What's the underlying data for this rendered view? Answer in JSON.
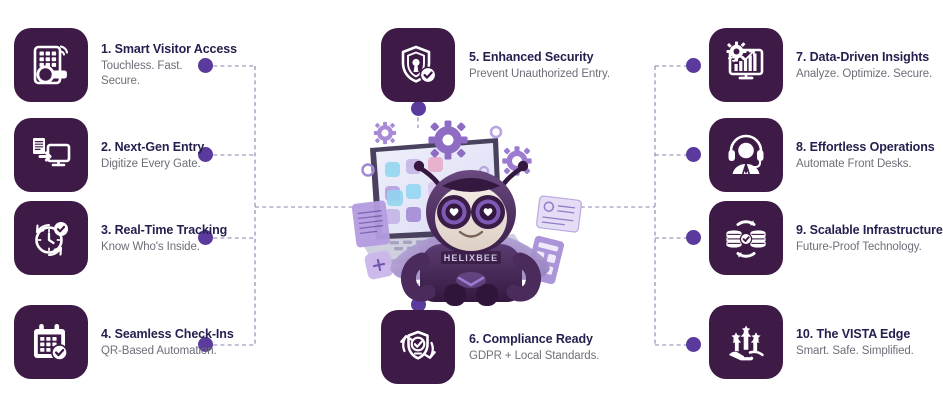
{
  "brand": {
    "mascot_name": "HELIXBEE",
    "tile_color": "#3E1A47",
    "dot_color": "#5B3A9E",
    "title_color": "#231f4e",
    "subtitle_color": "#6e6e7a",
    "connector_color": "#7b6fa5",
    "accent_light": "#9b7fd4",
    "accent_mid": "#7e5bbd"
  },
  "features": {
    "left": [
      {
        "number": "1.",
        "title": "1. Smart Visitor Access",
        "subtitle": "Touchless. Fast. Secure.",
        "icon": "keypad-access-icon"
      },
      {
        "number": "2.",
        "title": "2. Next-Gen Entry",
        "subtitle": "Digitize Every Gate.",
        "icon": "document-to-monitor-icon"
      },
      {
        "number": "3.",
        "title": "3. Real-Time Tracking",
        "subtitle": "Know Who's Inside.",
        "icon": "clock-check-icon"
      },
      {
        "number": "4.",
        "title": "4. Seamless Check-Ins",
        "subtitle": "QR-Based Automation.",
        "icon": "calendar-check-icon"
      }
    ],
    "center": [
      {
        "number": "5.",
        "title": "5. Enhanced Security",
        "subtitle": "Prevent Unauthorized Entry.",
        "icon": "shield-lock-check-icon"
      },
      {
        "number": "6.",
        "title": "6. Compliance Ready",
        "subtitle": "GDPR + Local Standards.",
        "icon": "shield-check-refresh-icon"
      }
    ],
    "right": [
      {
        "number": "7.",
        "title": "7. Data-Driven Insights",
        "subtitle": "Analyze. Optimize. Secure.",
        "icon": "monitor-chart-gear-icon"
      },
      {
        "number": "8.",
        "title": "8. Effortless Operations",
        "subtitle": "Automate Front Desks.",
        "icon": "headset-agent-icon"
      },
      {
        "number": "9.",
        "title": "9. Scalable Infrastructure",
        "subtitle": "Future-Proof Technology.",
        "icon": "database-sync-check-icon"
      },
      {
        "number": "10.",
        "title": "10. The VISTA Edge",
        "subtitle": "Smart. Safe. Simplified.",
        "icon": "hand-arrows-stars-icon"
      }
    ]
  }
}
